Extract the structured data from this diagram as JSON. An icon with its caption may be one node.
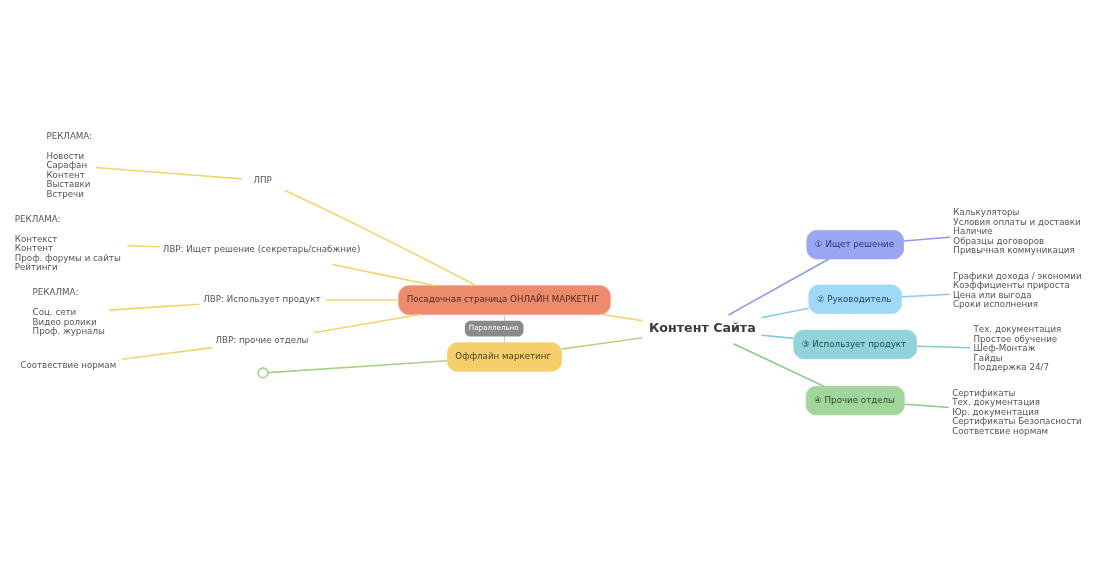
{
  "diagram": {
    "nodes": [
      {
        "text": [
          "Контент Сайта"
        ]
      },
      {
        "text": [
          "Посадочная страница ОНЛАЙН МАРКЕТНГ"
        ]
      },
      {
        "text": [
          "ЛПР"
        ]
      },
      {
        "text": [
          "РЕКЛАМА:",
          "Новости",
          "Сарафан",
          "Контент",
          "Выставки",
          "Встречи"
        ]
      },
      {
        "text": [
          "ЛВР: Ищет решение (секретарь/снабжние)"
        ]
      },
      {
        "text": [
          "РЕКЛАМА:",
          "Контекст",
          "Контент",
          "Проф. форумы и сайты",
          "Рейтинги"
        ]
      },
      {
        "text": [
          "ЛВР: Использует продукт"
        ]
      },
      {
        "text": [
          "РЕКАЛМА:",
          "Соц. сети",
          "Видео ролики",
          "Проф. журналы"
        ]
      },
      {
        "text": [
          "ЛВР: прочие отделы"
        ]
      },
      {
        "text": [
          "Соотвествие нормам"
        ]
      },
      {
        "text": [
          "Оффлайн маркетинг"
        ]
      },
      {
        "text": [],
        "shape": "circle"
      },
      {
        "text": [
          "① Ищет решение"
        ]
      },
      {
        "text": [
          "Калькуляторы",
          "Условия оплаты и доставки",
          "Наличие",
          "Образцы договоров",
          "Привычная коммуникация"
        ]
      },
      {
        "text": [
          "② Руководитель"
        ]
      },
      {
        "text": [
          "Графики дохода / экономии",
          "Коэффициенты прироста",
          "Цена или выгода",
          "Сроки исполнения"
        ]
      },
      {
        "text": [
          "③ Использует продукт"
        ]
      },
      {
        "text": [
          "Тех. документация",
          "Простое обучение",
          "Шеф-Монтаж",
          "Гайды",
          "Поддержка 24/7"
        ]
      },
      {
        "text": [
          "④ Прочие отделы"
        ]
      },
      {
        "text": [
          "Сертификаты",
          "Тех. документация",
          "Юр. документация",
          "Сертификаты Безопасности",
          "Соответсвие нормам"
        ]
      }
    ],
    "edges": [
      {
        "from": 1,
        "to": 0,
        "arrow": "none"
      },
      {
        "from": 10,
        "to": 0,
        "arrow": "none",
        "color": "#b9d488"
      },
      {
        "from": 0,
        "to": 12,
        "arrow": "none",
        "color": "#8e9cf0"
      },
      {
        "from": 0,
        "to": 14,
        "arrow": "none",
        "color": "#8ccaf2"
      },
      {
        "from": 0,
        "to": 16,
        "arrow": "none",
        "color": "#7ecbd4"
      },
      {
        "from": 0,
        "to": 18,
        "arrow": "none",
        "color": "#8dc98a"
      },
      {
        "from": 2,
        "to": 1,
        "arrow": "none"
      },
      {
        "from": 4,
        "to": 1,
        "arrow": "none"
      },
      {
        "from": 6,
        "to": 1,
        "arrow": "none"
      },
      {
        "from": 8,
        "to": 1,
        "arrow": "none"
      },
      {
        "from": 3,
        "to": 2,
        "arrow": "none"
      },
      {
        "from": 5,
        "to": 4,
        "arrow": "none"
      },
      {
        "from": 7,
        "to": 6,
        "arrow": "none"
      },
      {
        "from": 9,
        "to": 8,
        "arrow": "none"
      },
      {
        "from": 1,
        "to": 10,
        "arrow": "none",
        "label": "Параллельно",
        "color": "#c8c8c8"
      },
      {
        "from": 11,
        "to": 10,
        "arrow": "none",
        "color": "#a8cf86"
      },
      {
        "from": 12,
        "to": 13,
        "arrow": "none",
        "color": "#8e9cf0"
      },
      {
        "from": 14,
        "to": 15,
        "arrow": "none",
        "color": "#8ccaf2"
      },
      {
        "from": 16,
        "to": 17,
        "arrow": "none",
        "color": "#7ecbd4"
      },
      {
        "from": 18,
        "to": 19,
        "arrow": "none",
        "color": "#8dc98a"
      }
    ]
  }
}
